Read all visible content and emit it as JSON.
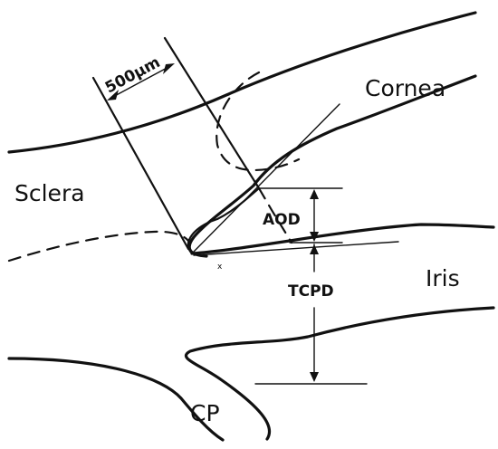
{
  "labels": {
    "scale": "500μm",
    "cornea": "Cornea",
    "sclera": "Sclera",
    "aod": "AOD",
    "iris": "Iris",
    "tcpd": "TCPD",
    "cp": "CP",
    "marker": "x"
  },
  "colors": {
    "line": "#111111",
    "background": "#ffffff"
  }
}
